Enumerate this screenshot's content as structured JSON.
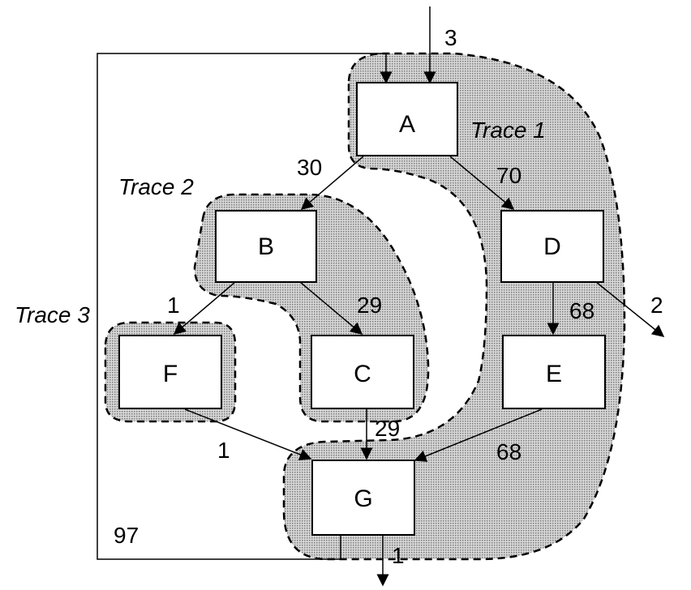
{
  "nodes": {
    "A": "A",
    "B": "B",
    "C": "C",
    "D": "D",
    "E": "E",
    "F": "F",
    "G": "G"
  },
  "edge_labels": {
    "entry": "3",
    "a_b": "30",
    "a_d": "70",
    "b_f": "1",
    "b_c": "29",
    "d_e": "68",
    "d_exit": "2",
    "f_g": "1",
    "c_g": "29",
    "e_g": "68",
    "g_exit": "1",
    "loop_back": "97"
  },
  "traces": {
    "trace1": "Trace 1",
    "trace2": "Trace 2",
    "trace3": "Trace 3"
  },
  "colors": {
    "region_fill": "#bdbdbd",
    "node_fill": "#ffffff",
    "stroke": "#000000"
  }
}
